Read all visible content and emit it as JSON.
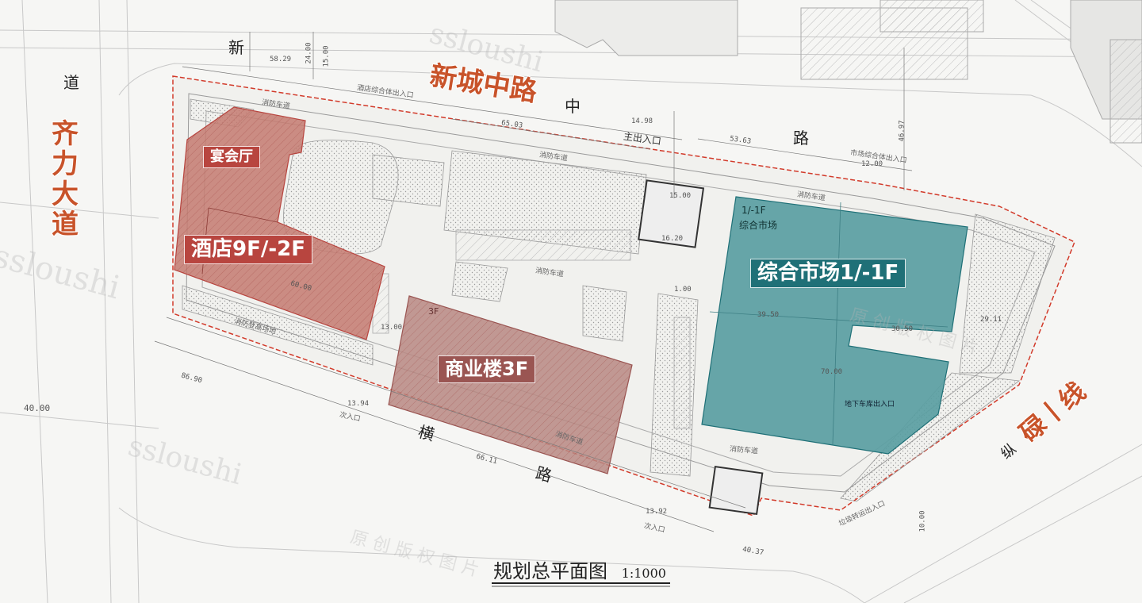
{
  "colors": {
    "hotel": "#b8453f",
    "hotel_fill": "#c47a70",
    "commercial": "#9a5552",
    "commercial_fill": "#b98883",
    "market": "#1f7077",
    "market_fill": "#5a9ea2",
    "road_label": "#c8532a",
    "boundary": "#d23a2a"
  },
  "roads": {
    "north": "新城中路",
    "west": "齐力大道",
    "southeast": "碌丨线",
    "north_char_1": "中",
    "north_char_2": "路",
    "west_char": "道",
    "south_char_1": "横",
    "south_char_2": "路",
    "east_char": "纵",
    "new_char": "新"
  },
  "buildings": {
    "banquet": "宴会厅",
    "hotel": "酒店9F/-2F",
    "commercial": "商业楼3F",
    "market": "综合市场1/-1F",
    "market_note": "1/-1F",
    "market_note2": "综合市场",
    "commercial_note": "3F"
  },
  "annotations": {
    "main_entrance": "主出入口",
    "secondary_entrance_1": "次入口",
    "secondary_entrance_2": "次入口",
    "fire_lane_1": "消防车道",
    "fire_lane_2": "消防车道",
    "fire_lane_3": "消防车道",
    "fire_lane_4": "消防车道",
    "fire_lane_5": "消防车道",
    "fire_lane_6": "消防车道",
    "fire_zone": "消防登高场地",
    "hotel_entrance": "酒店综合体出入口",
    "market_entrance": "市场综合体出入口",
    "logistics_entrance": "垃圾转运出入口",
    "basement": "地下车库出入口"
  },
  "dimensions": {
    "d1": "58.29",
    "d2": "24.00",
    "d3": "15.00",
    "d4": "65.03",
    "d5": "14.98",
    "d6": "53.63",
    "d7": "12.00",
    "d8": "46.97",
    "d9": "40.00",
    "d10": "86.90",
    "d11": "13.94",
    "d12": "66.11",
    "d13": "13.92",
    "d14": "40.37",
    "d15": "30.50",
    "d16": "70.00",
    "d17": "39.50",
    "d18": "15.00",
    "d19": "16.20",
    "d20": "10.00",
    "d21": "29.11",
    "d22": "60.00",
    "d23": "1.00",
    "d24": "13.00"
  },
  "footer": {
    "title": "规划总平面图",
    "scale": "1:1000"
  },
  "watermark": {
    "w1": "ssloushi",
    "w2": "ssloushi",
    "w3": "ssloushi",
    "w4": "原 创 版 权 图 片",
    "w5": "原 创 版 权 图 片"
  }
}
